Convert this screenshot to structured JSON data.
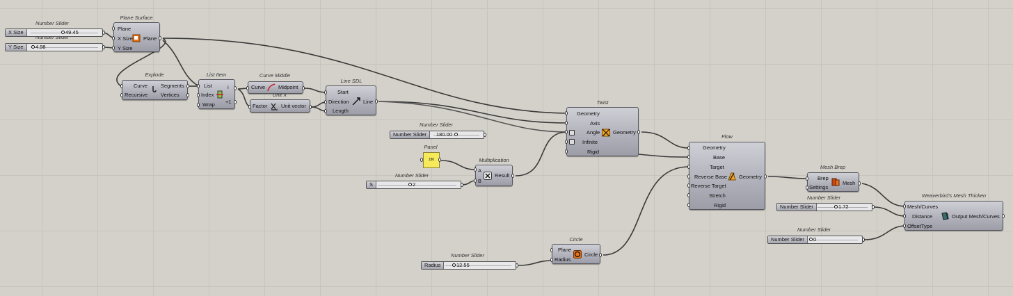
{
  "titles": {
    "slider1": "Number Slider",
    "slider2": "Number Slider",
    "plane_surface": "Plane Surface",
    "explode": "Explode",
    "list_item": "List Item",
    "curve_middle": "Curve Middle",
    "unit_x": "Unit X",
    "line_sdl": "Line SDL",
    "twist": "Twist",
    "slider_angle": "Number Slider",
    "panel": "Panel",
    "multiplication": "Multiplication",
    "slider_mult": "Number Slider",
    "flow": "Flow",
    "mesh_brep": "Mesh Brep",
    "slider_distance": "Number Slider",
    "weaverbird": "Weaverbird's Mesh Thicken",
    "slider_offset": "Number Slider",
    "circle": "Circle",
    "slider_radius": "Number Slider"
  },
  "sliders": {
    "x_size": {
      "label": "X Size",
      "value": "49.45",
      "fraction": 0.5
    },
    "y_size": {
      "label": "Y Size",
      "value": "4.98",
      "fraction": 0.05
    },
    "angle": {
      "label": "Number Slider",
      "value": "180.00",
      "fraction": 0.5
    },
    "mult": {
      "label": "S",
      "value": "2",
      "fraction": 0.45
    },
    "distance": {
      "label": "Number Slider",
      "value": "1.72",
      "fraction": 0.3
    },
    "offset": {
      "label": "Number Slider",
      "value": "0",
      "fraction": 0.0
    },
    "radius": {
      "label": "Radius",
      "value": "12.55",
      "fraction": 0.1
    }
  },
  "plane_surface": {
    "inputs": [
      "Plane",
      "X Size",
      "Y Size"
    ],
    "output": "Plane"
  },
  "explode": {
    "inputs": [
      "Curve",
      "Recursive"
    ],
    "outputs": [
      "Segments",
      "Vertices"
    ]
  },
  "list_item": {
    "inputs": [
      "List",
      "Index",
      "Wrap"
    ],
    "outputs": [
      "i",
      "+1"
    ]
  },
  "curve_middle": {
    "input": "Curve",
    "output": "Midpoint"
  },
  "unit_x": {
    "input": "Factor",
    "output": "Unit vector"
  },
  "line_sdl": {
    "inputs": [
      "Start",
      "Direction",
      "Length"
    ],
    "output": "Line"
  },
  "twist": {
    "inputs": [
      "Geometry",
      "Axis",
      "Angle",
      "Infinite",
      "Rigid"
    ],
    "output": "Geometry"
  },
  "panel": {
    "value": "180"
  },
  "multiplication": {
    "inputs": [
      "A",
      "B"
    ],
    "output": "Result"
  },
  "flow": {
    "inputs": [
      "Geometry",
      "Base",
      "Target",
      "Reverse Base",
      "Reverse Target",
      "Stretch",
      "Rigid"
    ],
    "output": "Geometry"
  },
  "mesh_brep": {
    "inputs": [
      "Brep",
      "Settings"
    ],
    "output": "Mesh"
  },
  "weaverbird": {
    "inputs": [
      "Mesh/Curves",
      "Distance",
      "OffsetType"
    ],
    "output": "Output Mesh/Curves"
  },
  "circle": {
    "inputs": [
      "Plane",
      "Radius"
    ],
    "output": "Circle"
  },
  "colors": {
    "canvas": "#d4d1ca",
    "component": "#b2b2bc",
    "panel": "#f6ea5a",
    "icon_orange": "#e8731a"
  }
}
